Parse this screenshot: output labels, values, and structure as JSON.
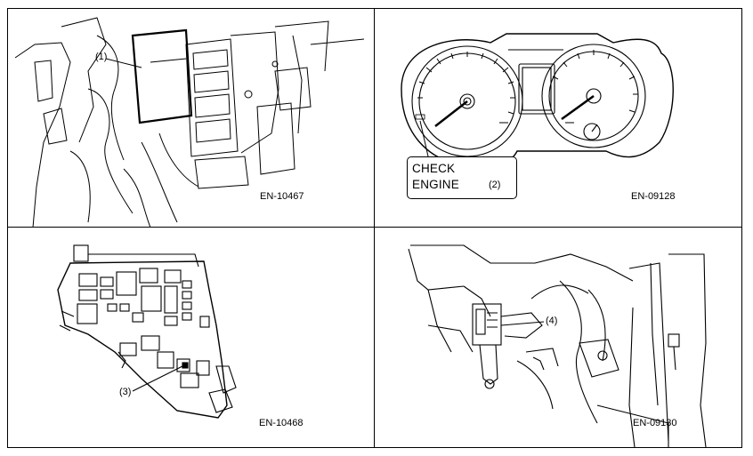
{
  "panels": [
    {
      "figure_code": "EN-10467",
      "callout": "(1)"
    },
    {
      "figure_code": "EN-09128",
      "callout": "(2)",
      "indicator_line1": "CHECK",
      "indicator_line2": "ENGINE"
    },
    {
      "figure_code": "EN-10468",
      "callout": "(3)"
    },
    {
      "figure_code": "EN-09130",
      "callout": "(4)"
    }
  ]
}
